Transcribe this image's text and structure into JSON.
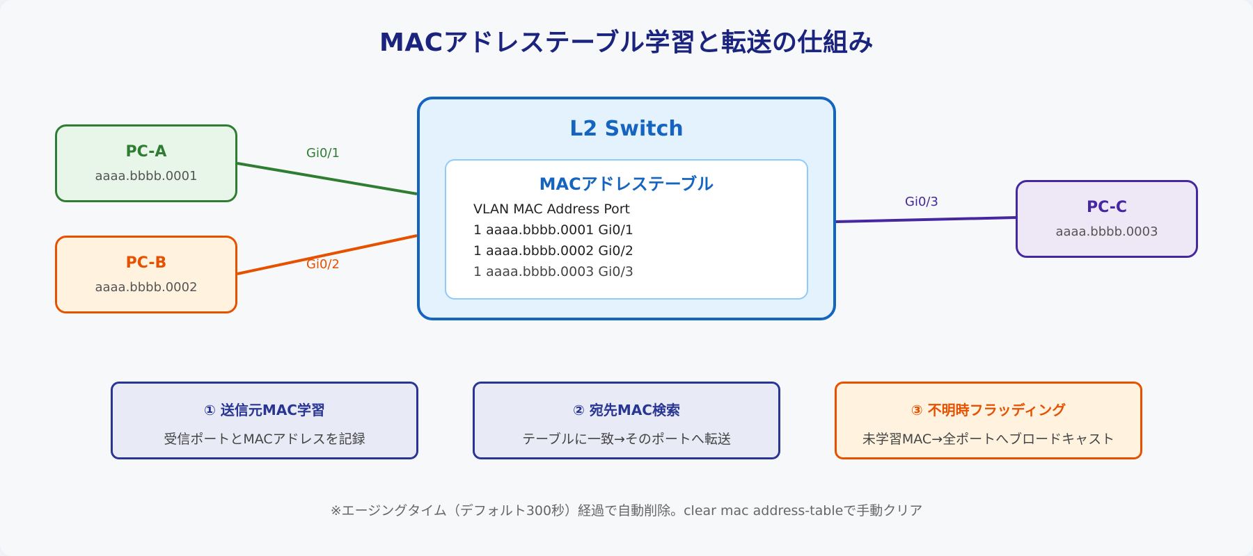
{
  "title": "MACアドレステーブル学習と転送の仕組み",
  "switch": {
    "title": "L2 Switch",
    "table_title": "MACアドレステーブル",
    "header": "VLAN MAC Address Port",
    "rows": [
      "1 aaaa.bbbb.0001 Gi0/1",
      "1 aaaa.bbbb.0002 Gi0/2",
      "1 aaaa.bbbb.0003 Gi0/3"
    ]
  },
  "hosts": {
    "pc_a": {
      "name": "PC-A",
      "mac": "aaaa.bbbb.0001",
      "port": "Gi0/1"
    },
    "pc_b": {
      "name": "PC-B",
      "mac": "aaaa.bbbb.0002",
      "port": "Gi0/2"
    },
    "pc_c": {
      "name": "PC-C",
      "mac": "aaaa.bbbb.0003",
      "port": "Gi0/3"
    }
  },
  "steps": [
    {
      "title": "① 送信元MAC学習",
      "desc": "受信ポートとMACアドレスを記録"
    },
    {
      "title": "② 宛先MAC検索",
      "desc": "テーブルに一致→そのポートへ転送"
    },
    {
      "title": "③ 不明時フラッディング",
      "desc": "未学習MAC→全ポートへブロードキャスト"
    }
  ],
  "note": "※エージングタイム（デフォルト300秒）経過で自動削除。clear mac address-tableで手動クリア",
  "colors": {
    "pc_a": "#2e7d32",
    "pc_b": "#e65100",
    "pc_c": "#4527a0",
    "switch": "#1565c0",
    "title": "#1a237e"
  }
}
